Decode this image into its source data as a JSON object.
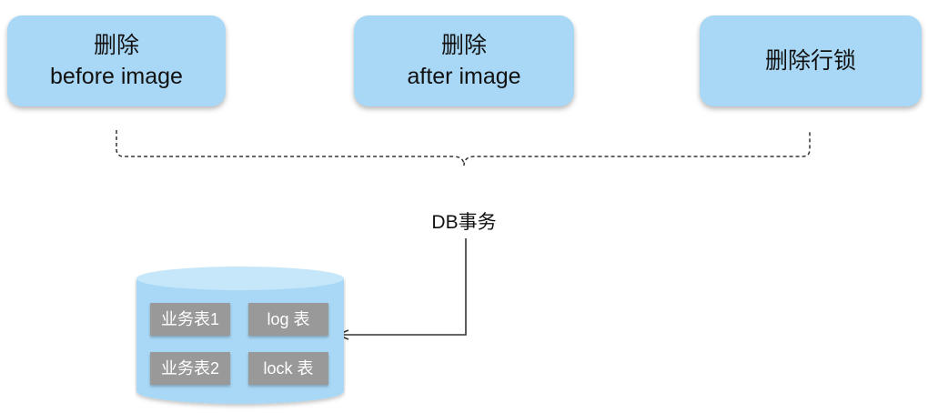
{
  "steps": [
    {
      "line1": "删除",
      "line2": "before image"
    },
    {
      "line1": "删除",
      "line2": "after image"
    },
    {
      "line1": "删除行锁"
    }
  ],
  "transaction_label": "DB事务",
  "database": {
    "tables": [
      "业务表1",
      "log 表",
      "业务表2",
      "lock 表"
    ]
  },
  "colors": {
    "box_fill": "#a9d8f6",
    "cylinder_fill": "#a9d8f6",
    "cylinder_top": "#c6e6fa",
    "table_fill": "#999999",
    "line": "#333333"
  }
}
